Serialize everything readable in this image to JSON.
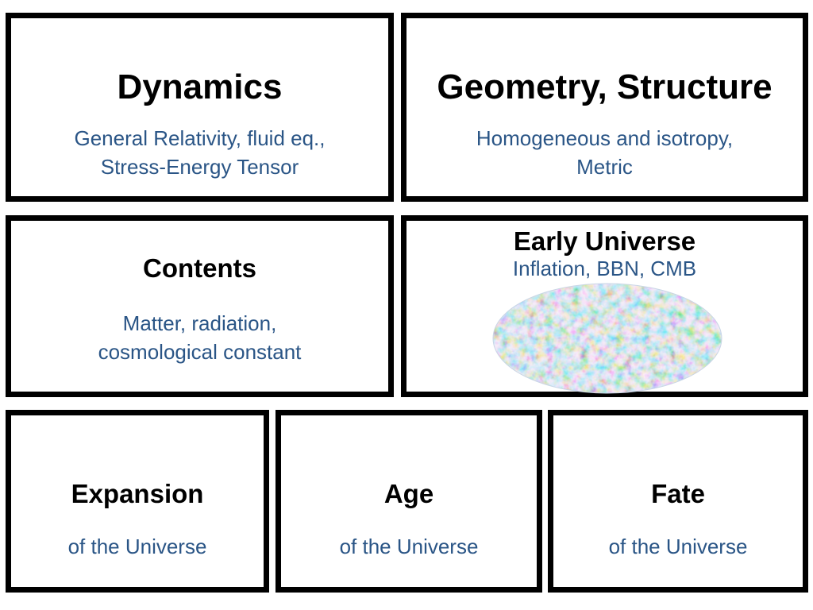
{
  "boxes": {
    "dynamics": {
      "title": "Dynamics",
      "lines": [
        "General Relativity, fluid eq.,",
        "Stress-Energy Tensor"
      ]
    },
    "geometry": {
      "title": "Geometry, Structure",
      "lines": [
        "Homogeneous and isotropy,",
        "Metric"
      ]
    },
    "contents": {
      "title": "Contents",
      "lines": [
        "Matter, radiation,",
        "cosmological constant"
      ]
    },
    "early_universe": {
      "title": "Early Universe",
      "subtitle": "Inflation, BBN, CMB",
      "image": "cmb-sky-map"
    },
    "expansion": {
      "title": "Expansion",
      "subtitle": "of the Universe"
    },
    "age": {
      "title": "Age",
      "subtitle": "of the Universe"
    },
    "fate": {
      "title": "Fate",
      "subtitle": "of the Universe"
    }
  },
  "colors": {
    "border": "#000000",
    "title": "#000000",
    "subtitle": "#2a5586"
  }
}
